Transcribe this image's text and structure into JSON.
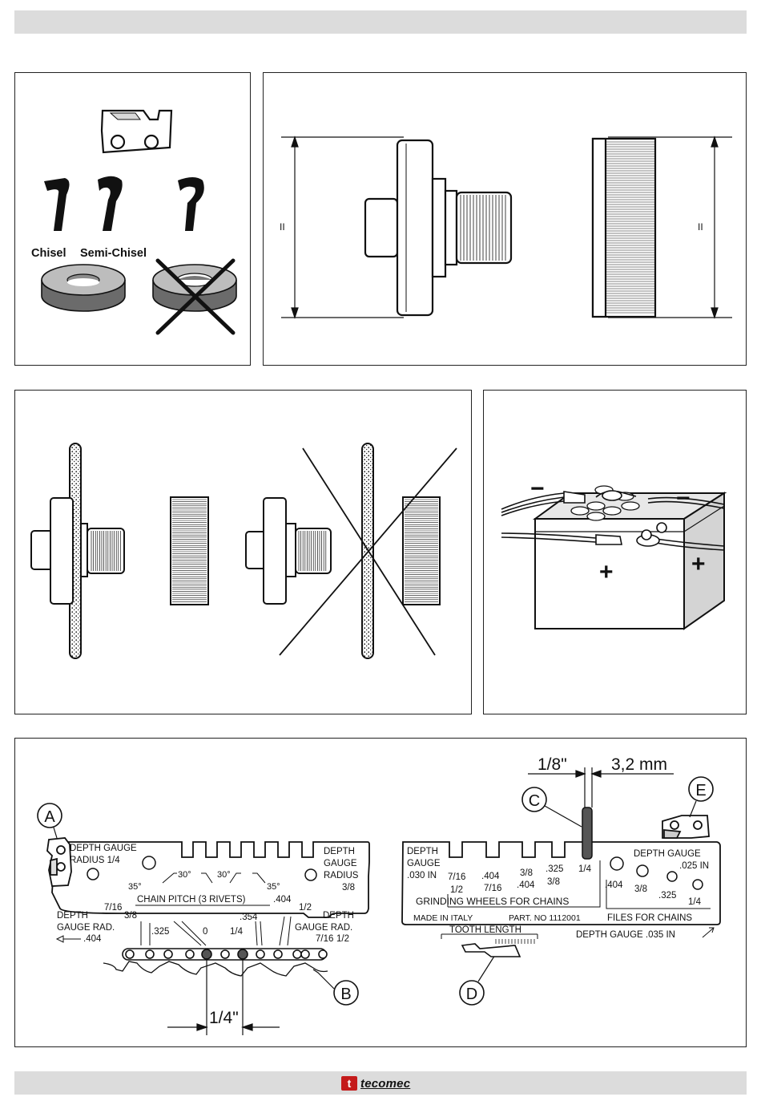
{
  "fig1": {
    "chisel_label": "Chisel",
    "semichisel_label": "Semi-Chisel"
  },
  "fig2": {
    "parallel_mark_left": "II",
    "parallel_mark_right": "II"
  },
  "fig4": {
    "minus_sign": "−",
    "plus_sign": "+"
  },
  "fig5": {
    "callouts": {
      "a": "A",
      "b": "B",
      "c": "C",
      "d": "D",
      "e": "E"
    },
    "dim_eighth_inch": "1/8\"",
    "dim_mm": "3,2 mm",
    "dim_quarter_inch": "1/4\"",
    "left_gauge": {
      "depth_gauge_radius_14_a": "DEPTH GAUGE",
      "depth_gauge_radius_14_b": "RADIUS 1/4",
      "depth_gauge_radius_38_a": "DEPTH",
      "depth_gauge_radius_38_b": "GAUGE",
      "depth_gauge_radius_38_c": "RADIUS",
      "depth_gauge_radius_38_d": "3/8",
      "angle_30_left": "30°",
      "angle_30_right": "30°",
      "angle_35_left": "35°",
      "angle_35_right": "35°",
      "chain_pitch": "CHAIN PITCH (3 RIVETS)",
      "p_716": "7/16",
      "p_38": "3/8",
      "p_325": ".325",
      "p_0": "0",
      "p_14": "1/4",
      "p_354": ".354",
      "p_404_top": ".404",
      "p_12": "1/2",
      "dg_rad_left_a": "DEPTH",
      "dg_rad_left_b": "GAUGE RAD.",
      "dg_rad_left_c": ".404",
      "dg_rad_right_a": "DEPTH",
      "dg_rad_right_b": "GAUGE RAD.",
      "dg_rad_right_c": "7/16",
      "dg_rad_right_d": "1/2"
    },
    "right_gauge": {
      "depth_gauge_030_a": "DEPTH",
      "depth_gauge_030_b": "GAUGE",
      "depth_gauge_030_c": ".030 IN",
      "w_716_a": "7/16",
      "w_12": "1/2",
      "w_404": ".404",
      "w_716_b": "7/16",
      "w_38_a": "3/8",
      "w_404_b": ".404",
      "w_325": ".325",
      "w_38_b": "3/8",
      "w_14": "1/4",
      "grinding_wheels": "GRINDING  WHEELS  FOR  CHAINS",
      "made_in_italy": "MADE  IN  ITALY",
      "part_no": "PART. NO  1112001",
      "tooth_length": "TOOTH  LENGTH",
      "depth_gauge_025_a": "DEPTH GAUGE",
      "depth_gauge_025_b": ".025 IN",
      "f_404": ".404",
      "f_38": "3/8",
      "f_325": ".325",
      "f_14": "1/4",
      "files_for_chains": "FILES  FOR  CHAINS",
      "depth_gauge_035": "DEPTH  GAUGE  .035 IN"
    }
  },
  "footer": {
    "brand": "tecomec"
  }
}
